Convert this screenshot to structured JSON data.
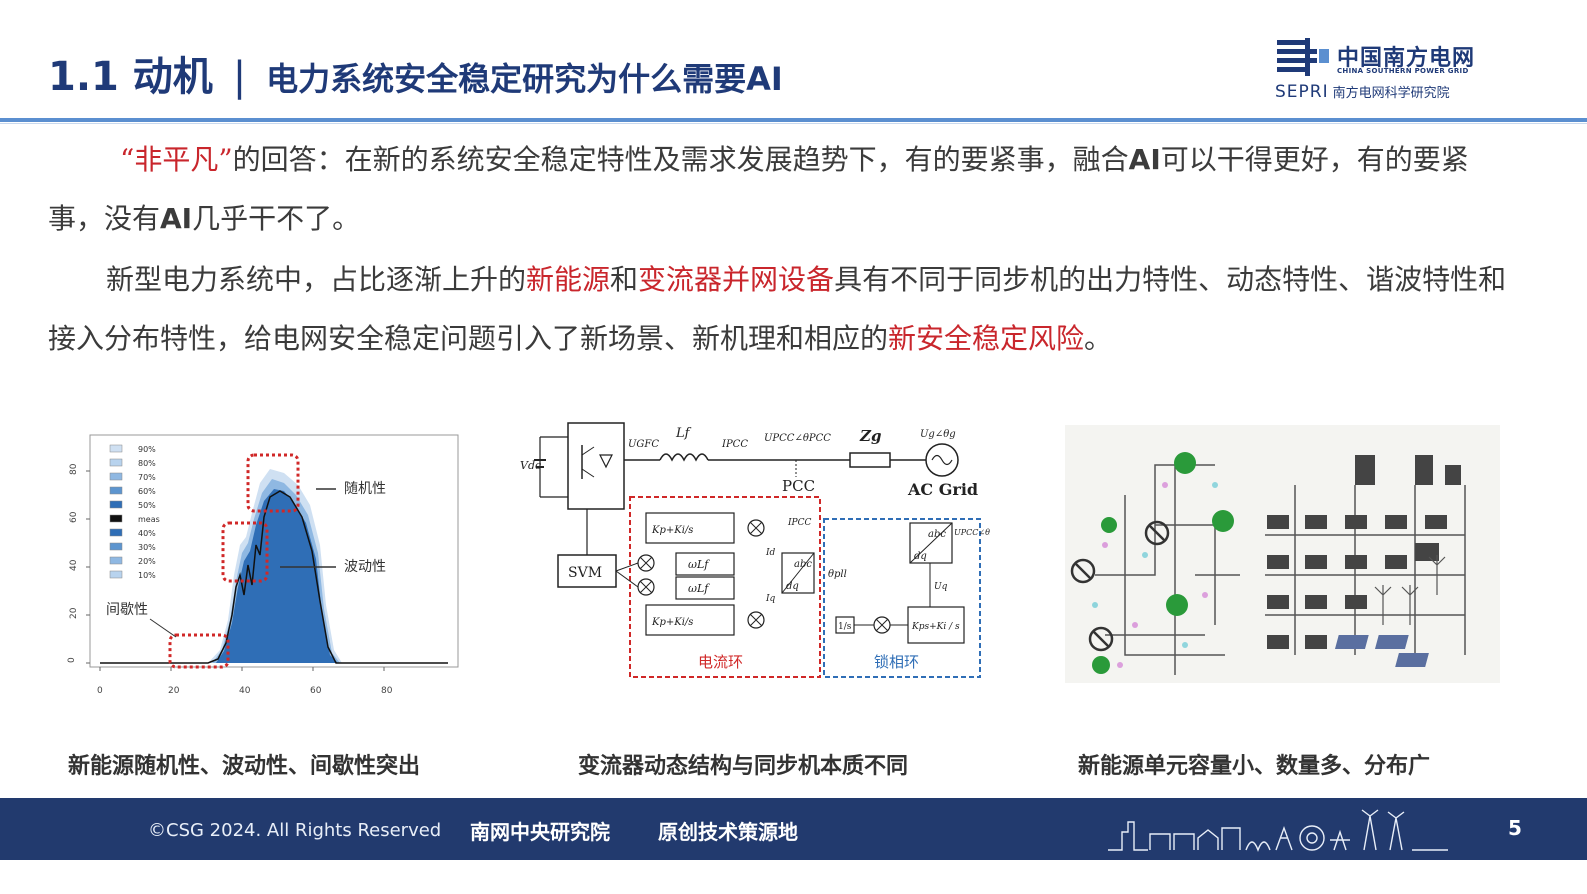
{
  "header": {
    "title_num": "1.1 动机",
    "title_sep": "|",
    "title_sub": "电力系统安全稳定研究为什么需要AI",
    "logo_cn": "中国南方电网",
    "logo_en": "CHINA SOUTHERN POWER GRID",
    "logo_sepri": "SEPRI",
    "logo_inst": "南方电网科学研究院"
  },
  "para1": {
    "quote": "“非平凡”",
    "t1": "的回答：在新的系统安全稳定特性及需求发展趋势下，有的要紧事，融合",
    "ai1": "AI",
    "t2": "可以干得更好，有的要紧事，没有",
    "ai2": "AI",
    "t3": "几乎干不了。"
  },
  "para2": {
    "t1": "新型电力系统中，占比逐渐上升的",
    "hl1": "新能源",
    "t2": "和",
    "hl2": "变流器并网设备",
    "t3": "具有不同于同步机的出力特性、动态特性、谐波特性和接入分布特性，给电网安全稳定问题引入了新场景、新机理和相应的",
    "hl3": "新安全稳定风险",
    "t4": "。"
  },
  "fig1": {
    "legend": [
      "90%",
      "80%",
      "70%",
      "60%",
      "50%",
      "meas",
      "40%",
      "30%",
      "20%",
      "10%"
    ],
    "yticks": [
      "0",
      "20",
      "40",
      "60",
      "80"
    ],
    "xticks": [
      "0",
      "20",
      "40",
      "60",
      "80"
    ],
    "label_random": "随机性",
    "label_fluct": "波动性",
    "label_intermit": "间歇性"
  },
  "fig2": {
    "pcc": "PCC",
    "acgrid": "AC Grid",
    "svm": "SVM",
    "current_loop": "电流环",
    "pll": "锁相环",
    "lf": "Lf",
    "zg": "Zg",
    "ugfc": "UGFC",
    "ipcc": "IPCC",
    "upcc": "UPCC∠θPCC",
    "ug": "Ug∠θg",
    "vdc": "Vdc",
    "abc": "abc",
    "dq": "dq",
    "theta_pll": "θpll",
    "inv_s": "1/s",
    "kp_ki": "Kp+Ki/s",
    "wlf": "ωLf",
    "pll_pi": "Kps+Ki / s",
    "uq": "Uq",
    "id": "Id",
    "iq": "Iq"
  },
  "captions": {
    "c1": "新能源随机性、波动性、间歇性突出",
    "c2": "变流器动态结构与同步机本质不同",
    "c3": "新能源单元容量小、数量多、分布广"
  },
  "footer": {
    "copyright": "©CSG 2024. All Rights Reserved",
    "slogan1": "南网中央研究院",
    "slogan2": "原创技术策源地",
    "page": "5"
  },
  "colors": {
    "brand_blue": "#1f3a78",
    "highlight_red": "#c9262c",
    "footer_bg": "#223a6e",
    "header_line": "#5b8fd0"
  }
}
